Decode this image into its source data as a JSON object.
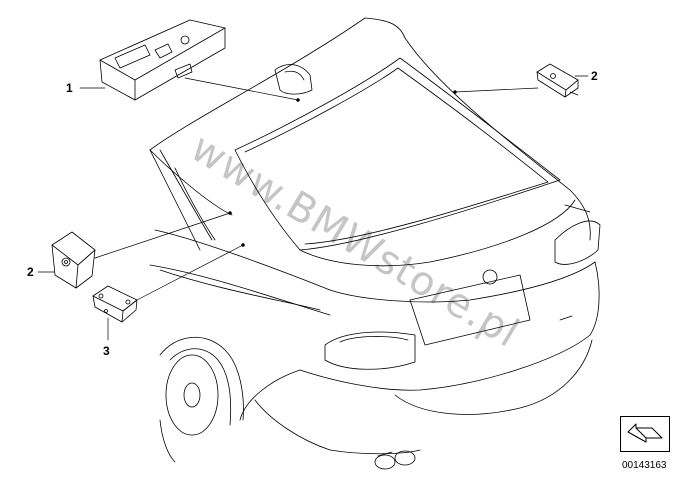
{
  "callouts": {
    "part1": "1",
    "part2_right": "2",
    "part2_left": "2",
    "part3": "3"
  },
  "watermark": "www.BMWstore.pl",
  "diagram_number": "00143163",
  "icons": {
    "navigation": "arrow-icon"
  },
  "colors": {
    "line": "#000000",
    "watermark": "#969696",
    "background": "#ffffff"
  }
}
